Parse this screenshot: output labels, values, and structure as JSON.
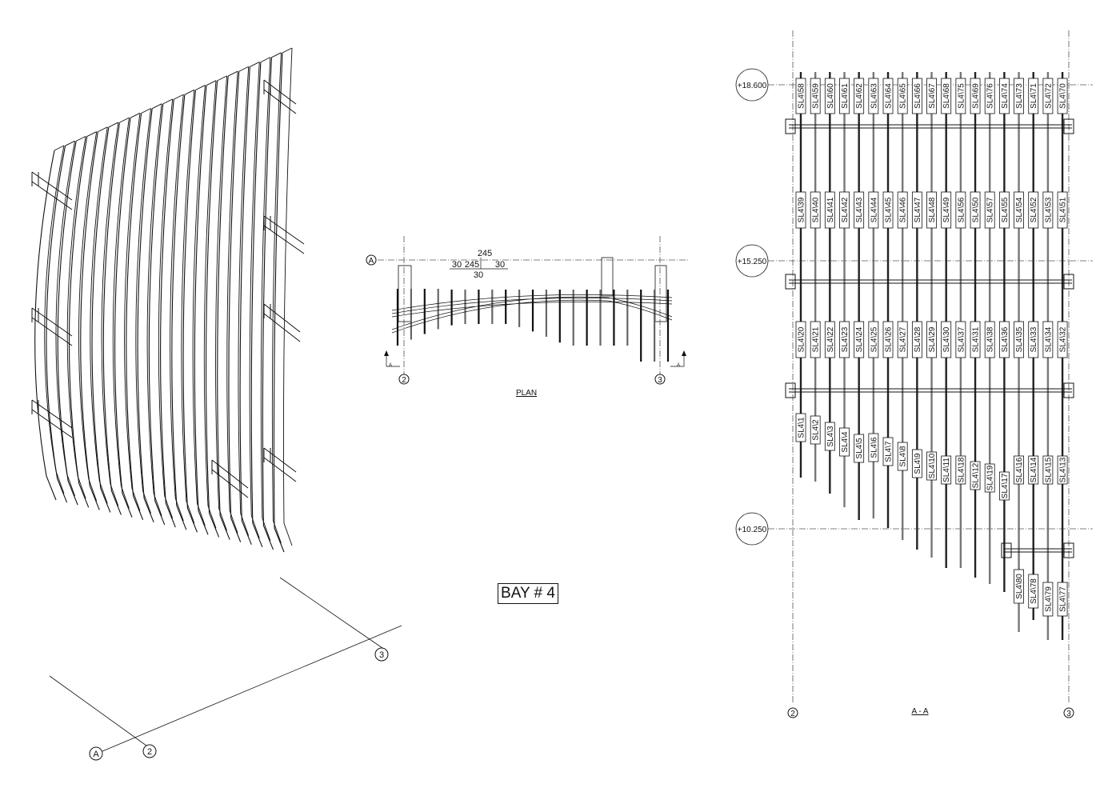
{
  "title": "BAY # 4",
  "plan": {
    "label": "PLAN",
    "grid_a": "A",
    "grid_2": "2",
    "grid_3": "3",
    "section_mark": "A",
    "dims": {
      "overall": "245",
      "left": "30",
      "middle": "245",
      "right": "30",
      "bottom": "30"
    }
  },
  "axonometric": {
    "grid_a": "A",
    "grid_2": "2",
    "grid_3": "3"
  },
  "section": {
    "label": "A - A",
    "grid_2": "2",
    "grid_3": "3",
    "levels": [
      "+18.600",
      "+15.250",
      "+10.250"
    ],
    "rows": [
      [
        "SL4\\58",
        "SL4\\59",
        "SL4\\60",
        "SL4\\61",
        "SL4\\62",
        "SL4\\63",
        "SL4\\64",
        "SL4\\65",
        "SL4\\66",
        "SL4\\67",
        "SL4\\68",
        "SL4\\75",
        "SL4\\69",
        "SL4\\76",
        "SL4\\74",
        "SL4\\73",
        "SL4\\71",
        "SL4\\72",
        "SL4\\70"
      ],
      [
        "SL4\\39",
        "SL4\\40",
        "SL4\\41",
        "SL4\\42",
        "SL4\\43",
        "SL4\\44",
        "SL4\\45",
        "SL4\\46",
        "SL4\\47",
        "SL4\\48",
        "SL4\\49",
        "SL4\\56",
        "SL4\\50",
        "SL4\\57",
        "SL4\\55",
        "SL4\\54",
        "SL4\\52",
        "SL4\\53",
        "SL4\\51"
      ],
      [
        "SL4\\20",
        "SL4\\21",
        "SL4\\22",
        "SL4\\23",
        "SL4\\24",
        "SL4\\25",
        "SL4\\26",
        "SL4\\27",
        "SL4\\28",
        "SL4\\29",
        "SL4\\30",
        "SL4\\37",
        "SL4\\31",
        "SL4\\38",
        "SL4\\36",
        "SL4\\35",
        "SL4\\33",
        "SL4\\34",
        "SL4\\32"
      ],
      [
        "SL4\\1",
        "SL4\\2",
        "SL4\\3",
        "SL4\\4",
        "SL4\\5",
        "SL4\\6",
        "SL4\\7",
        "SL4\\8",
        "SL4\\9",
        "SL4\\10",
        "SL4\\11",
        "SL4\\18",
        "SL4\\12",
        "SL4\\19",
        "SL4\\17",
        "SL4\\16",
        "SL4\\14",
        "SL4\\15",
        "SL4\\13"
      ],
      [
        "SL4\\80",
        "SL4\\78",
        "SL4\\79",
        "SL4\\77"
      ]
    ]
  }
}
